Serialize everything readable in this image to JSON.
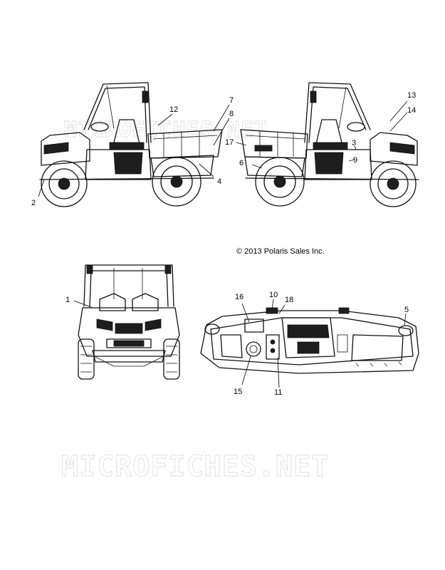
{
  "copyright": "© 2013 Polaris Sales Inc.",
  "watermark": "MICROFICHES.NET",
  "callouts": [
    {
      "id": "c1",
      "label": "1"
    },
    {
      "id": "c2",
      "label": "2"
    },
    {
      "id": "c3",
      "label": "3"
    },
    {
      "id": "c4",
      "label": "4"
    },
    {
      "id": "c5",
      "label": "5"
    },
    {
      "id": "c6",
      "label": "6"
    },
    {
      "id": "c7",
      "label": "7"
    },
    {
      "id": "c8",
      "label": "8"
    },
    {
      "id": "c9",
      "label": "9"
    },
    {
      "id": "c10",
      "label": "10"
    },
    {
      "id": "c11",
      "label": "11"
    },
    {
      "id": "c12",
      "label": "12"
    },
    {
      "id": "c13",
      "label": "13"
    },
    {
      "id": "c14",
      "label": "14"
    },
    {
      "id": "c15",
      "label": "15"
    },
    {
      "id": "c16",
      "label": "16"
    },
    {
      "id": "c17",
      "label": "17"
    },
    {
      "id": "c18",
      "label": "18"
    }
  ]
}
